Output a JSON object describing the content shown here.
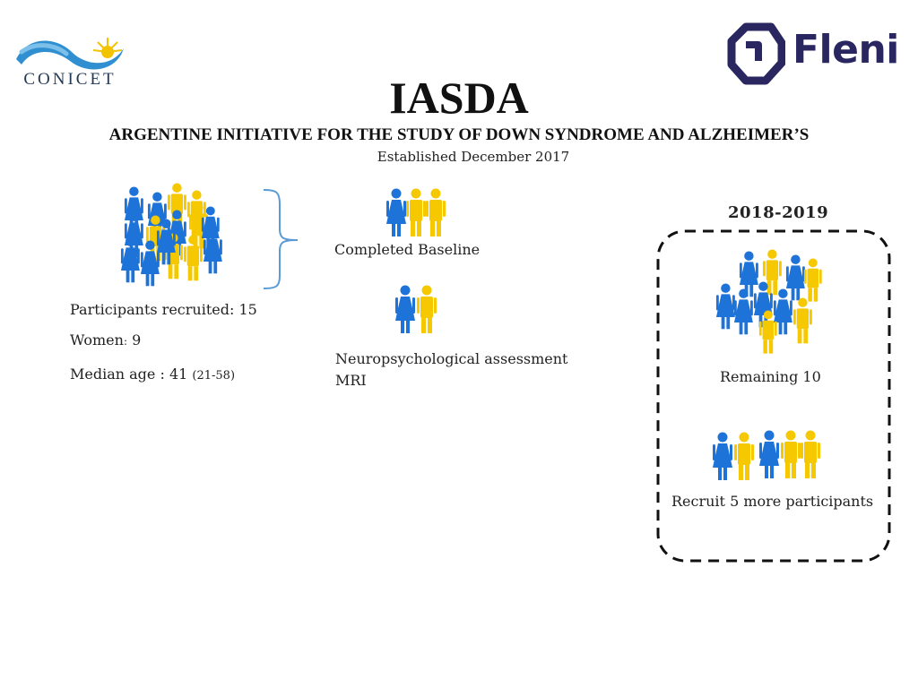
{
  "logos": {
    "left": {
      "name": "CONICET"
    },
    "right": {
      "name": "Fleni"
    }
  },
  "header": {
    "title": "IASDA",
    "subtitle": "ARGENTINE INITIATIVE FOR THE STUDY OF DOWN SYNDROME AND ALZHEIMER’S",
    "established": "Established December 2017"
  },
  "summary": {
    "recruited": "Participants recruited: 15",
    "women_label": "Women",
    "women_colon": ":",
    "women_value": " 9",
    "median_label": "Median age : 41 ",
    "median_range": "(21-58)"
  },
  "middle": {
    "baseline": "Completed Baseline",
    "neuro": "Neuropsychological assessment",
    "mri": "MRI"
  },
  "plan": {
    "period": "2018-2019",
    "remaining": "Remaining 10",
    "recruit_more": "Recruit 5 more participants"
  },
  "colors": {
    "woman": "#1e73d8",
    "man": "#f5c800",
    "brace": "#5b9bd5",
    "conicet_blue": "#2f8fd1",
    "conicet_sun": "#f2c300",
    "fleni": "#2a2760"
  },
  "figure_groups": {
    "participants": {
      "women": 9,
      "men": 6
    },
    "completed_baseline": {
      "women": 1,
      "men": 2
    },
    "neuro_mri": {
      "women": 1,
      "men": 1
    },
    "remaining": {
      "women": 6,
      "men": 4
    },
    "recruit_more": {
      "women": 2,
      "men": 3
    }
  }
}
